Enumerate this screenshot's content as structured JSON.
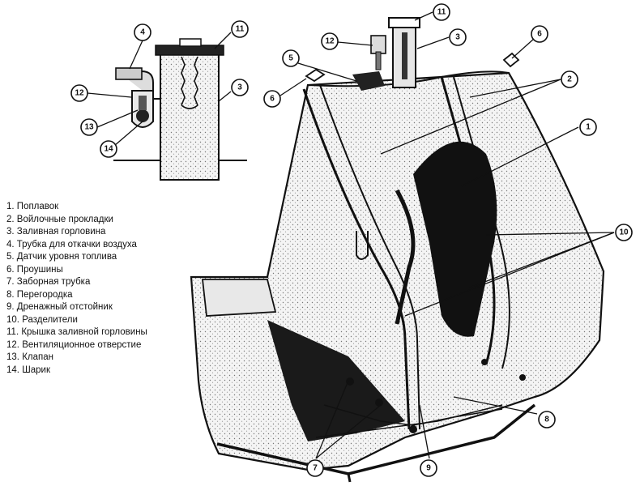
{
  "legend": [
    {
      "num": "1.",
      "text": "Поплавок"
    },
    {
      "num": "2.",
      "text": "Войлочные прокладки"
    },
    {
      "num": "3.",
      "text": "Заливная горловина"
    },
    {
      "num": "4.",
      "text": "Трубка для откачки воздуха"
    },
    {
      "num": "5.",
      "text": "Датчик уровня топлива"
    },
    {
      "num": "6.",
      "text": "Проушины"
    },
    {
      "num": "7.",
      "text": "Заборная трубка"
    },
    {
      "num": "8.",
      "text": "Перегородка"
    },
    {
      "num": "9.",
      "text": "Дренажный отстойник"
    },
    {
      "num": "10.",
      "text": "Разделители"
    },
    {
      "num": "11.",
      "text": "Крышка заливной горловины"
    },
    {
      "num": "12.",
      "text": "Вентиляционное отверстие"
    },
    {
      "num": "13.",
      "text": "Клапан"
    },
    {
      "num": "14.",
      "text": "Шарик"
    }
  ],
  "callouts": {
    "c1": "1",
    "c2": "2",
    "c3": "3",
    "c4": "4",
    "c5": "5",
    "c6": "6",
    "c7": "7",
    "c8": "8",
    "c9": "9",
    "c10": "10",
    "c11": "11",
    "c12": "12",
    "c13": "13",
    "c14": "14"
  }
}
